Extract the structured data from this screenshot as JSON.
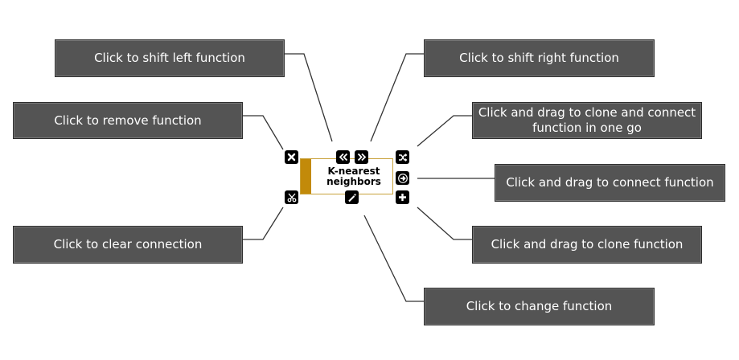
{
  "callouts": {
    "shift_left": "Click to shift left function",
    "shift_right": "Click to shift right function",
    "remove": "Click to remove function",
    "clone_connect_line1": "Click and drag to clone and connect",
    "clone_connect_line2": "function in one go",
    "connect": "Click and drag to connect function",
    "clear_connection": "Click to clear connection",
    "clone": "Click and drag to clone function",
    "change": "Click to change function"
  },
  "node": {
    "label_line1": "K-nearest",
    "label_line2": "neighbors"
  },
  "colors": {
    "callout_bg": "#545454",
    "node_bar": "#c28a0a",
    "node_border": "#c8a13a",
    "control_bg": "#000000"
  },
  "icons": {
    "remove": "close-icon",
    "shift_left": "double-chevron-left-icon",
    "shift_right": "double-chevron-right-icon",
    "clone_connect": "shuffle-icon",
    "connect": "arrow-right-icon",
    "clone": "plus-icon",
    "clear_connection": "scissors-icon",
    "change": "magic-wand-icon"
  }
}
